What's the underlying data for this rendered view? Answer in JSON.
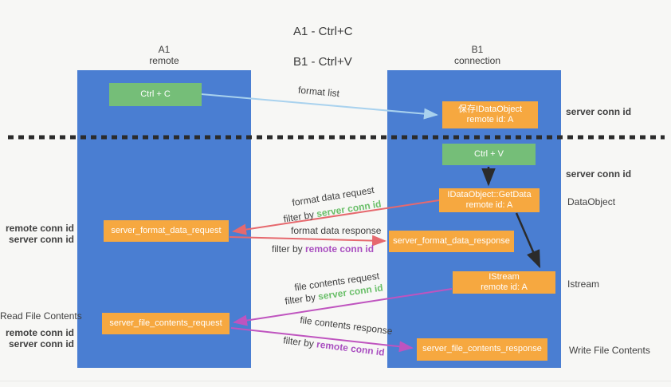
{
  "title": {
    "line1": "A1 - Ctrl+C",
    "line2": "B1 - Ctrl+V"
  },
  "lanes": {
    "a": {
      "name": "A1",
      "subtitle": "remote"
    },
    "b": {
      "name": "B1",
      "subtitle": "connection"
    }
  },
  "nodes": {
    "ctrl_c": "Ctrl + C",
    "ctrl_v": "Ctrl + V",
    "save_dataobject": {
      "line1": "保存IDataObject",
      "line2": "remote id: A"
    },
    "getdata": {
      "line1": "IDataObject::GetData",
      "line2": "remote id: A"
    },
    "istream": {
      "line1": "IStream",
      "line2": "remote id: A"
    },
    "server_format_data_request": "server_format_data_request",
    "server_format_data_response": "server_format_data_response",
    "server_file_contents_request": "server_file_contents_request",
    "server_file_contents_response": "server_file_contents_response"
  },
  "arrow_labels": {
    "format_list": "format list",
    "format_data_request": "format data request",
    "format_data_response": "format data response",
    "file_contents_request": "file contents request",
    "file_contents_response": "file contents response",
    "filter_by": "filter by ",
    "server_conn_id": "server conn id",
    "remote_conn_id": "remote conn id"
  },
  "side_labels": {
    "server_conn_id": "server conn id",
    "remote_conn_id": "remote conn id",
    "dataobject": "DataObject",
    "istream": "Istream",
    "read_file_contents": "Read File Contents",
    "write_file_contents": "Write File Contents"
  },
  "colors": {
    "background": "#f7f7f5",
    "lane_blue": "#4a7ed2",
    "node_green": "#75be78",
    "node_orange": "#f6a840",
    "text_green": "#6abf69",
    "text_purple": "#a94fc0",
    "text_dark": "#3f3f3f",
    "arrow_blue": "#a9d2ee",
    "arrow_red": "#e6696e",
    "arrow_magenta": "#bf54bf",
    "arrow_black": "#2b2b2b"
  }
}
